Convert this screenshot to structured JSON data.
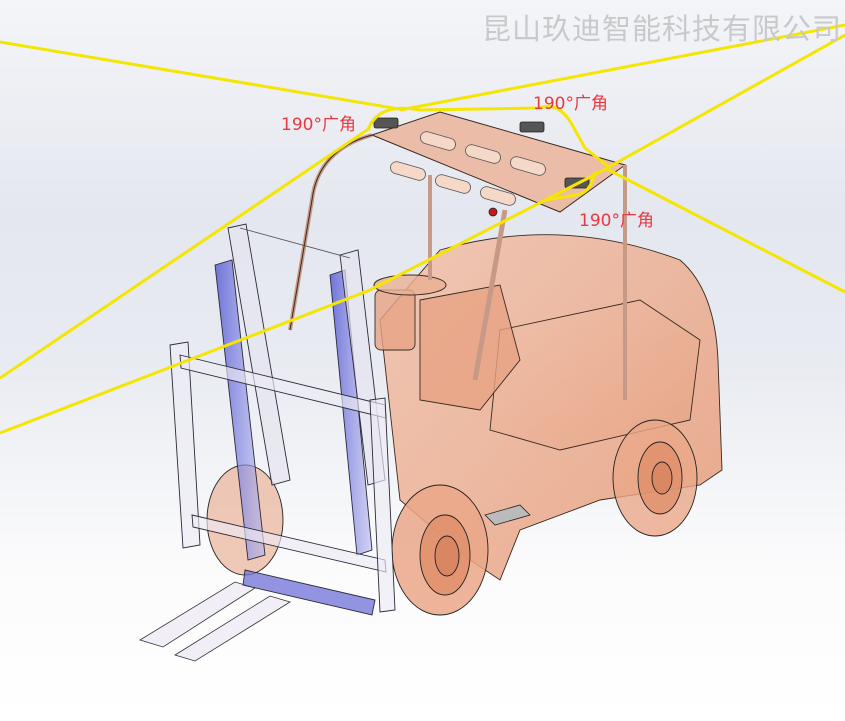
{
  "viewport": {
    "type": "cad-3d-render",
    "subject": "forklift",
    "watermark": "昆山玖迪智能科技有限公司",
    "colors": {
      "body": "#e8a486",
      "mast": "#6f72d8",
      "fov_lines": "#f4e600",
      "label": "#e8393f",
      "watermark": "#c8c9cb"
    }
  },
  "cameras": [
    {
      "id": "front-left",
      "label": "190°广角"
    },
    {
      "id": "rear",
      "label": "190°广角"
    },
    {
      "id": "right",
      "label": "190°广角"
    }
  ]
}
